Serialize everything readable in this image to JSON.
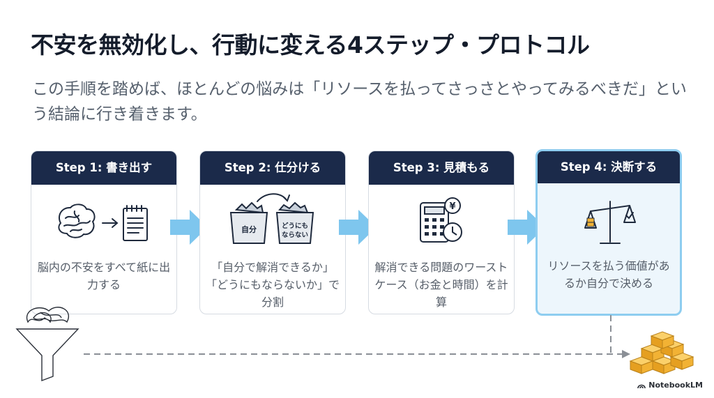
{
  "title": "不安を無効化し、行動に変える4ステップ・プロトコル",
  "subtitle": "この手順を踏めば、ほとんどの悩みは「リソースを払ってさっさとやってみるべきだ」という結論に行き着きます。",
  "steps": [
    {
      "header": "Step 1: 書き出す",
      "desc": "脳内の不安をすべて紙に出力する",
      "icon": "brain-to-notepad-icon"
    },
    {
      "header": "Step 2: 仕分ける",
      "desc": "「自分で解消できるか」「どうにもならないか」で分割",
      "icon": "sorting-bins-icon",
      "bin_left": "自分",
      "bin_right_line1": "どうにも",
      "bin_right_line2": "ならない"
    },
    {
      "header": "Step 3: 見積もる",
      "desc": "解消できる問題のワーストケース（お金と時間）を計算",
      "icon": "calculator-clock-icon",
      "currency_symbol": "¥"
    },
    {
      "header": "Step 4: 決断する",
      "desc": "リソースを払う価値があるか自分で決める",
      "icon": "balance-scale-icon"
    }
  ],
  "footer": {
    "brand": "NotebookLM"
  },
  "colors": {
    "header_bg": "#1b2a4a",
    "arrow": "#7ec6ee",
    "highlight_border": "#8ecdf0",
    "highlight_bg": "#edf6fc",
    "gold": "#f2b234"
  }
}
